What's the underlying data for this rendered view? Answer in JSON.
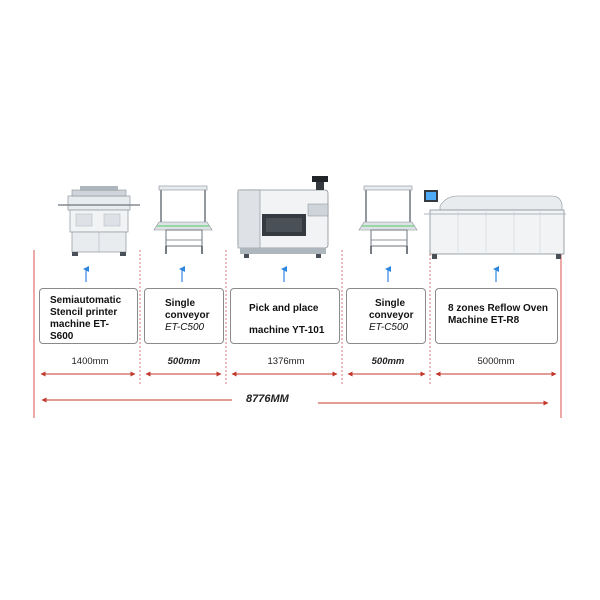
{
  "machines": [
    {
      "name_lines": [
        "Semiautomatic",
        "Stencil printer",
        "machine ET-S600"
      ],
      "model_italic": "",
      "length": "1400mm"
    },
    {
      "name_lines": [
        "Single",
        "conveyor"
      ],
      "model_italic": "ET-C500",
      "length": "500mm"
    },
    {
      "name_lines": [
        "Pick and place",
        "machine YT-101"
      ],
      "model_italic": "",
      "length": "1376mm"
    },
    {
      "name_lines": [
        "Single",
        "conveyor"
      ],
      "model_italic": "ET-C500",
      "length": "500mm"
    },
    {
      "name_lines": [
        "8 zones Reflow Oven",
        "Machine ET-R8"
      ],
      "model_italic": "",
      "length": "5000mm"
    }
  ],
  "total_length": "8776MM",
  "colors": {
    "dimension_line": "#c0392b",
    "up_arrow": "#2e86de",
    "divider": "#d9534f"
  }
}
